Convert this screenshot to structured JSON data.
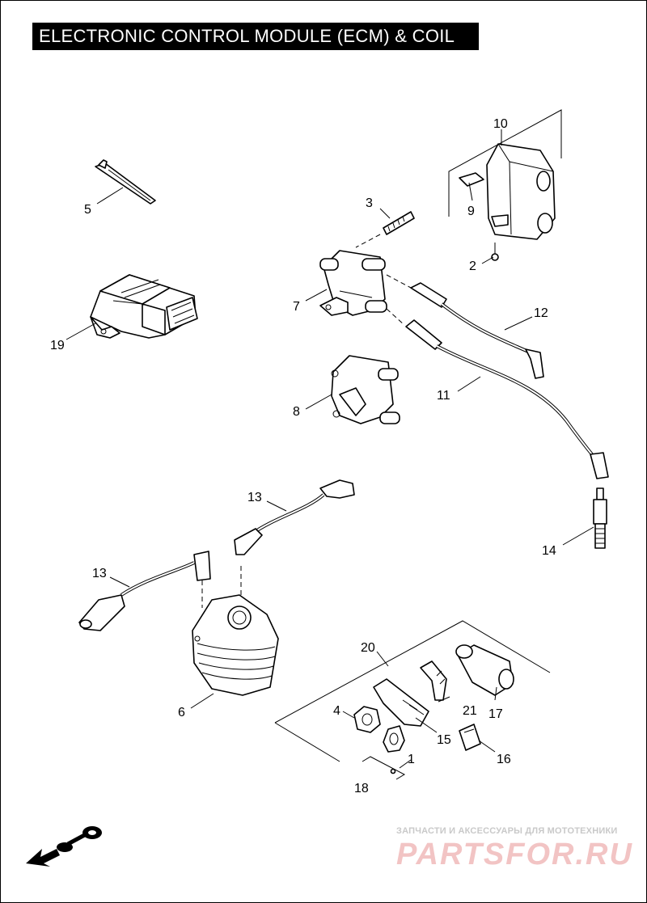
{
  "title": "ELECTRONIC CONTROL MODULE (ECM) & COIL",
  "callouts": {
    "c1": "1",
    "c2": "2",
    "c3": "3",
    "c4": "4",
    "c5": "5",
    "c6": "6",
    "c7": "7",
    "c8": "8",
    "c9": "9",
    "c10": "10",
    "c11": "11",
    "c12": "12",
    "c13a": "13",
    "c13b": "13",
    "c14": "14",
    "c15": "15",
    "c16": "16",
    "c17": "17",
    "c18": "18",
    "c19": "19",
    "c20": "20",
    "c21": "21"
  },
  "watermark": {
    "tagline": "ЗАПЧАСТИ И АКСЕССУАРЫ ДЛЯ МОТОТЕХНИКИ",
    "brand": "PARTSFOR.RU"
  },
  "colors": {
    "title_bg": "#000000",
    "title_fg": "#ffffff",
    "watermark": "#f2c4c4"
  }
}
